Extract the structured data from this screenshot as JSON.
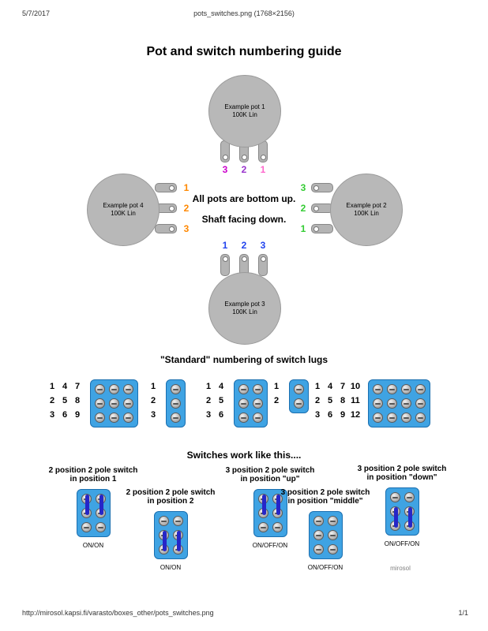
{
  "header": {
    "date": "5/7/2017",
    "filename": "pots_switches.png (1768×2156)"
  },
  "footer": {
    "url": "http://mirosol.kapsi.fi/varasto/boxes_other/pots_switches.png",
    "page_indicator": "1/1"
  },
  "title": "Pot and switch numbering guide",
  "pots": {
    "note_line1": "All pots are bottom up.",
    "note_line2": "Shaft facing down.",
    "pot1": {
      "name": "Example pot 1",
      "value": "100K Lin",
      "numbers": [
        "3",
        "2",
        "1"
      ],
      "number_colors": [
        "#cc00cc",
        "#9933cc",
        "#ff66cc"
      ]
    },
    "pot2": {
      "name": "Example pot 2",
      "value": "100K Lin",
      "numbers": [
        "3",
        "2",
        "1"
      ],
      "number_colors": [
        "#33cc33",
        "#33cc33",
        "#33cc33"
      ]
    },
    "pot3": {
      "name": "Example pot 3",
      "value": "100K Lin",
      "numbers": [
        "1",
        "2",
        "3"
      ],
      "number_colors": [
        "#2244ee",
        "#2244ee",
        "#2244ee"
      ]
    },
    "pot4": {
      "name": "Example pot 4",
      "value": "100K Lin",
      "numbers": [
        "1",
        "2",
        "3"
      ],
      "number_colors": [
        "#ff8800",
        "#ff8800",
        "#ff8800"
      ]
    }
  },
  "switch_numbering": {
    "title": "\"Standard\" numbering of switch lugs",
    "panels": [
      {
        "name": "3pdt",
        "rows": 3,
        "cols": 3,
        "numbers": [
          [
            "1",
            "4",
            "7"
          ],
          [
            "2",
            "5",
            "8"
          ],
          [
            "3",
            "6",
            "9"
          ]
        ]
      },
      {
        "name": "spdt",
        "rows": 3,
        "cols": 1,
        "numbers": [
          [
            "1"
          ],
          [
            "2"
          ],
          [
            "3"
          ]
        ]
      },
      {
        "name": "dpdt",
        "rows": 3,
        "cols": 2,
        "numbers": [
          [
            "1",
            "4"
          ],
          [
            "2",
            "5"
          ],
          [
            "3",
            "6"
          ]
        ]
      },
      {
        "name": "spst",
        "rows": 2,
        "cols": 1,
        "numbers": [
          [
            "1"
          ],
          [
            "2"
          ]
        ]
      },
      {
        "name": "4pdt",
        "rows": 3,
        "cols": 4,
        "numbers": [
          [
            "1",
            "4",
            "7",
            "10"
          ],
          [
            "2",
            "5",
            "8",
            "11"
          ],
          [
            "3",
            "6",
            "9",
            "12"
          ]
        ]
      }
    ]
  },
  "switch_behavior": {
    "title": "Switches work like this....",
    "items": [
      {
        "label1": "2 position 2 pole switch",
        "label2": "in position 1",
        "caption": "ON/ON",
        "connection": "top"
      },
      {
        "label1": "2 position 2 pole switch",
        "label2": "in position 2",
        "caption": "ON/ON",
        "connection": "bottom"
      },
      {
        "label1": "3 position 2 pole switch",
        "label2": "in position \"up\"",
        "caption": "ON/OFF/ON",
        "connection": "top"
      },
      {
        "label1": "3 position 2 pole switch",
        "label2": "in position \"middle\"",
        "caption": "ON/OFF/ON",
        "connection": "none"
      },
      {
        "label1": "3 position 2 pole switch",
        "label2": "in position \"down\"",
        "caption": "ON/OFF/ON",
        "connection": "bottom"
      }
    ],
    "credit": "mirosol"
  },
  "colors": {
    "switch_body": "#3fa3e3",
    "switch_border": "#1a6fb0",
    "connector_bar": "#2626c8",
    "pot_body": "#b8b8b8"
  }
}
